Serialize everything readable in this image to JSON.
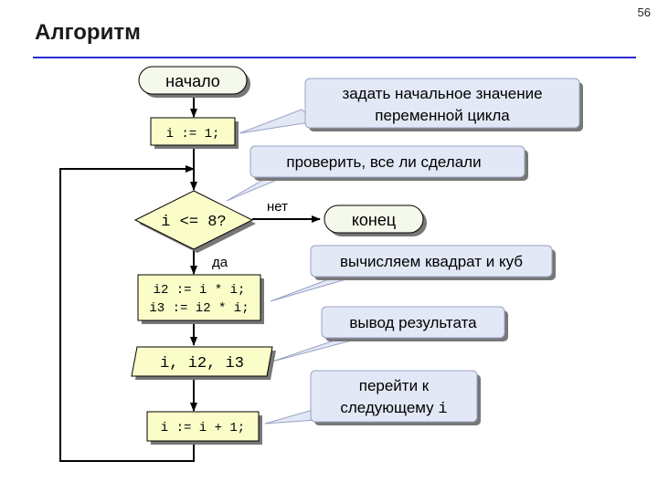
{
  "slide_number": "56",
  "title": "Алгоритм",
  "flowchart": {
    "start": "начало",
    "init": "i := 1;",
    "condition": "i <= 8?",
    "yes_label": "да",
    "no_label": "нет",
    "end": "конец",
    "compute_line1": "i2 := i * i;",
    "compute_line2": "i3 := i2 * i;",
    "output": "i, i2, i3",
    "increment": "i := i + 1;"
  },
  "callouts": {
    "init_line1": "задать начальное значение",
    "init_line2": "переменной цикла",
    "check": "проверить, все ли сделали",
    "compute": "вычисляем квадрат и куб",
    "output": "вывод результата",
    "next_line1": "перейти к",
    "next_line2_prefix": "следующему ",
    "next_line2_var": "i"
  },
  "colors": {
    "terminal_fill": "#f4f9ec",
    "process_fill": "#fbfdc9",
    "callout_fill": "#e2e8f5",
    "callout_border": "#9aa3c6",
    "shadow": "#777777",
    "line": "#000000",
    "rule": "#2b2bd0"
  }
}
